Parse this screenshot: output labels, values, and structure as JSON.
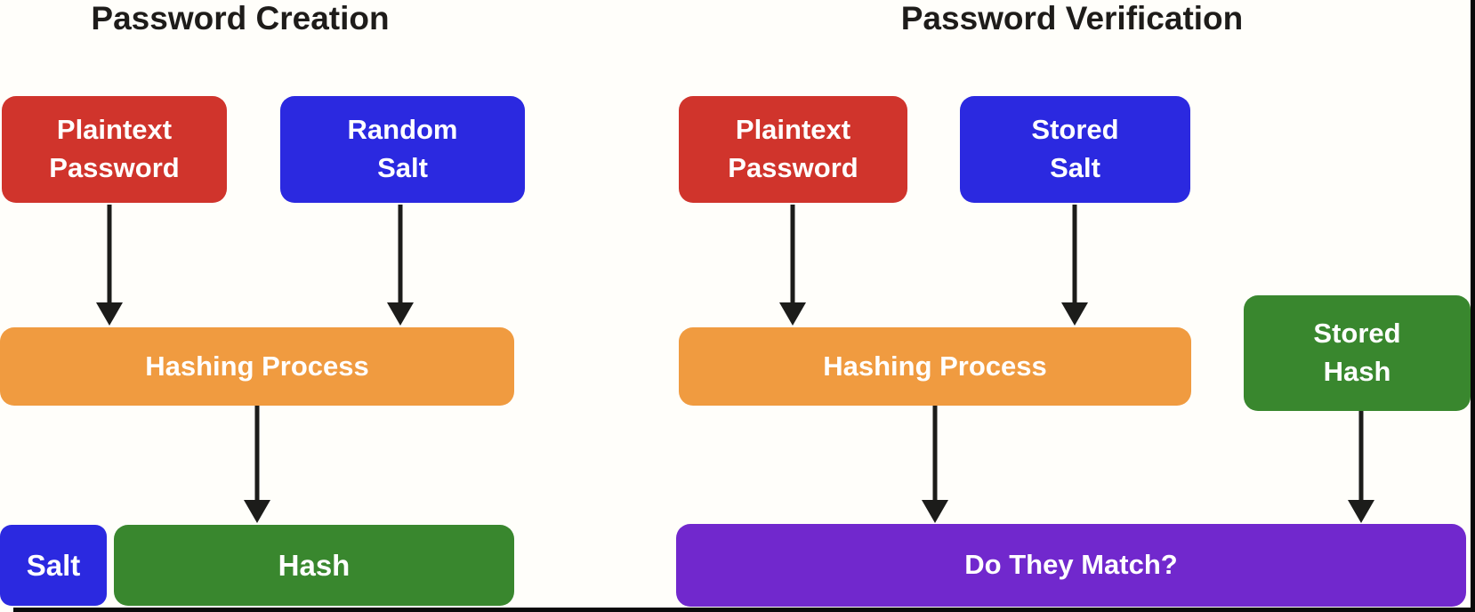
{
  "colors": {
    "red": "#d0342c",
    "blue": "#2b29e0",
    "orange": "#f09b40",
    "green": "#39872e",
    "purple": "#7128cd",
    "arrow_black": "#1c1c1a",
    "frame_black": "#0a0a0a"
  },
  "left": {
    "title": "Password Creation",
    "plaintext_password": {
      "line1": "Plaintext",
      "line2": "Password"
    },
    "random_salt": {
      "line1": "Random",
      "line2": "Salt"
    },
    "hashing_process": "Hashing Process",
    "salt": "Salt",
    "hash": "Hash"
  },
  "right": {
    "title": "Password Verification",
    "plaintext_password": {
      "line1": "Plaintext",
      "line2": "Password"
    },
    "stored_salt": {
      "line1": "Stored",
      "line2": "Salt"
    },
    "hashing_process": "Hashing Process",
    "stored_hash": {
      "line1": "Stored",
      "line2": "Hash"
    },
    "do_they_match": "Do They Match?"
  }
}
